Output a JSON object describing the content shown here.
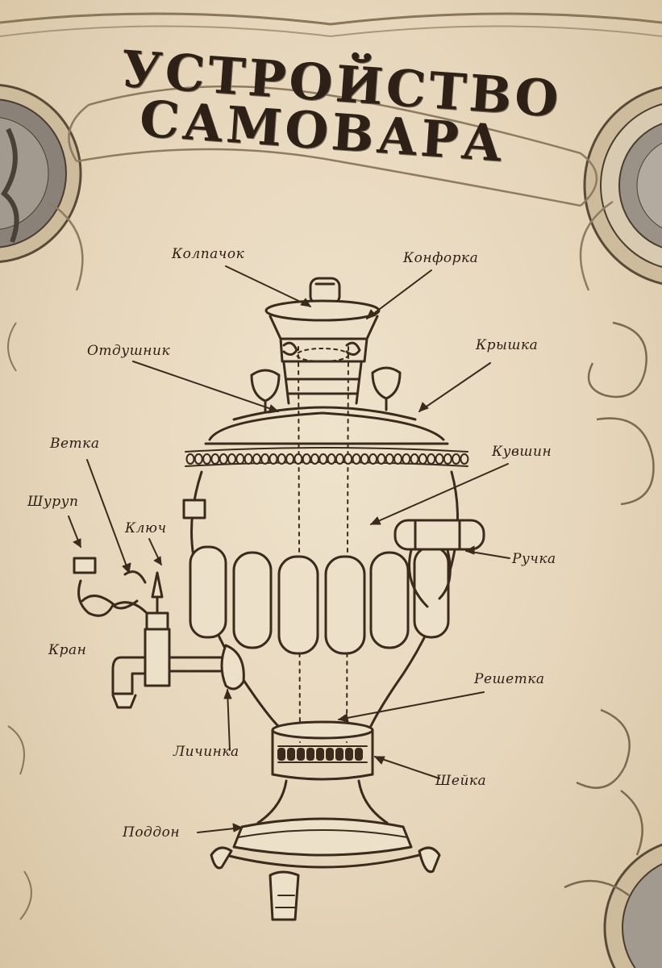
{
  "title": {
    "line1": "УСТРОЙСТВО",
    "line2": "САМОВАРА"
  },
  "colors": {
    "ink": "#2b1f14",
    "paper": "#e8dabf",
    "line": "#3a2b1c"
  },
  "labels": [
    {
      "id": "kolpachok",
      "text": "Колпачок"
    },
    {
      "id": "konforka",
      "text": "Конфорка"
    },
    {
      "id": "otdushnik",
      "text": "Отдушник"
    },
    {
      "id": "kryshka",
      "text": "Крышка"
    },
    {
      "id": "vetka",
      "text": "Ветка"
    },
    {
      "id": "kuvshin",
      "text": "Кувшин"
    },
    {
      "id": "shurup",
      "text": "Шуруп"
    },
    {
      "id": "klyuch",
      "text": "Ключ"
    },
    {
      "id": "ruchka",
      "text": "Ручка"
    },
    {
      "id": "kran",
      "text": "Кран"
    },
    {
      "id": "reshetka",
      "text": "Решетка"
    },
    {
      "id": "lichinka",
      "text": "Личинка"
    },
    {
      "id": "sheyka",
      "text": "Шейка"
    },
    {
      "id": "poddon",
      "text": "Поддон"
    }
  ]
}
